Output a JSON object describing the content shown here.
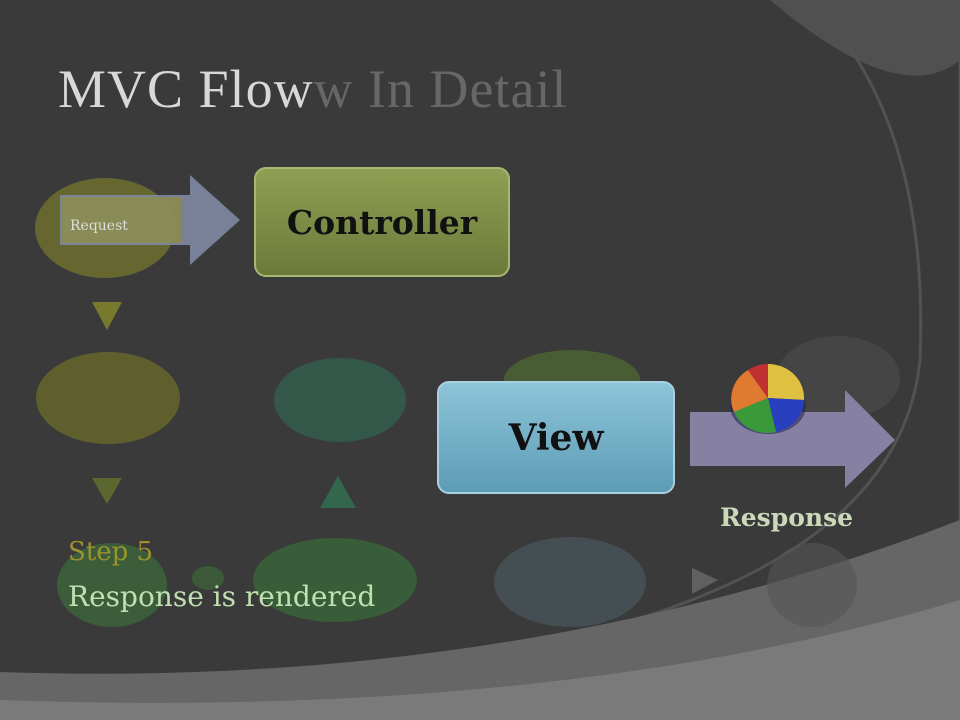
{
  "slide": {
    "title_main": "MVC Flow",
    "title_ghost": "w In Detail",
    "request_label": "Request",
    "controller_label": "Controller",
    "view_label": "View",
    "response_label": "Response",
    "step_title": "Step 5",
    "step_text": "Response is rendered"
  },
  "colors": {
    "background": "#3a3a3a",
    "controller_fill": "#7d8c46",
    "view_fill": "#76b0c6",
    "step_title": "#9b9230",
    "step_text": "#bfe0b0"
  },
  "icons": [
    "right-arrow-icon",
    "down-arrow-icon",
    "pie-chart-icon"
  ]
}
